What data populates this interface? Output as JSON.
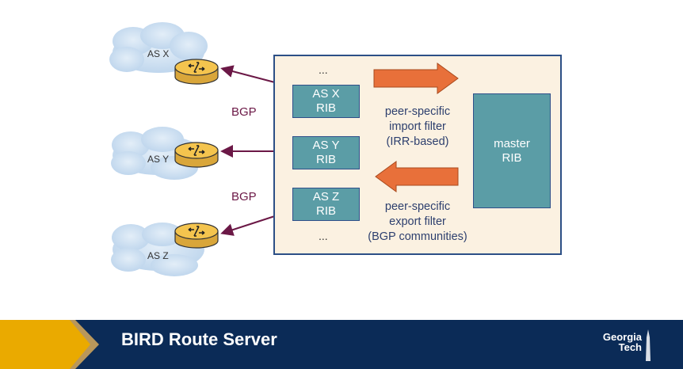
{
  "diagram": {
    "autonomous_systems": [
      {
        "label": "AS X"
      },
      {
        "label": "AS Y"
      },
      {
        "label": "AS Z"
      }
    ],
    "bgp_labels": [
      "BGP",
      "BGP"
    ],
    "route_server": {
      "top_ellipsis": "...",
      "bottom_ellipsis": "...",
      "ribs": [
        {
          "line1": "AS X",
          "line2": "RIB"
        },
        {
          "line1": "AS Y",
          "line2": "RIB"
        },
        {
          "line1": "AS Z",
          "line2": "RIB"
        }
      ],
      "master_rib": {
        "line1": "master",
        "line2": "RIB"
      },
      "import_filter": {
        "line1": "peer-specific",
        "line2": "import filter",
        "line3": "(IRR-based)"
      },
      "export_filter": {
        "line1": "peer-specific",
        "line2": "export filter",
        "line3": "(BGP communities)"
      }
    },
    "colors": {
      "cloud": "#c9ddef",
      "router": "#f4c44e",
      "rib": "#5b9da6",
      "arrow": "#e8703a",
      "link": "#6b1846",
      "box_border": "#2c4f86",
      "box_fill": "#fbf1e1"
    }
  },
  "footer": {
    "title": "BIRD Route Server",
    "logo_line1": "Georgia",
    "logo_line2": "Tech"
  }
}
